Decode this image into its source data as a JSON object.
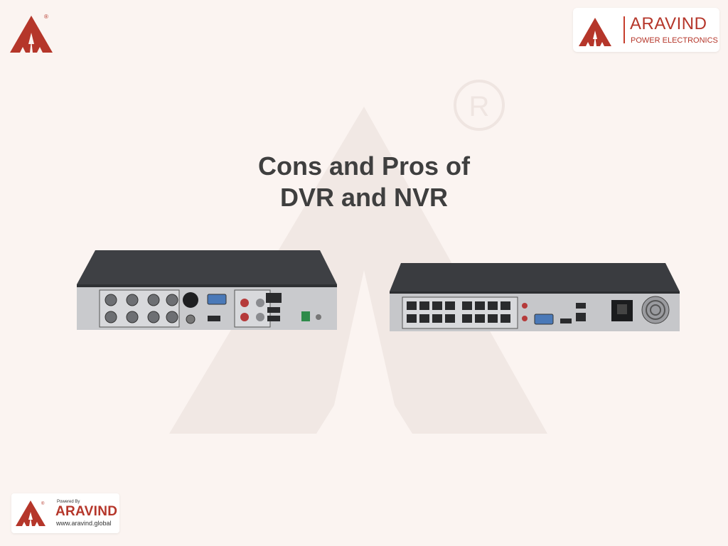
{
  "header": {
    "brand_name": "ARAVIND",
    "brand_tagline": "POWER ELECTRONICS",
    "registered_mark": "®"
  },
  "title": {
    "line1": "Cons and Pros of",
    "line2": "DVR and NVR"
  },
  "footer": {
    "powered_by": "Powered By",
    "brand_name": "ARAVIND",
    "url": "www.aravind.global"
  },
  "colors": {
    "background": "#fbf4f1",
    "brand_red": "#b5362a",
    "title_text": "#3f3f3f"
  }
}
